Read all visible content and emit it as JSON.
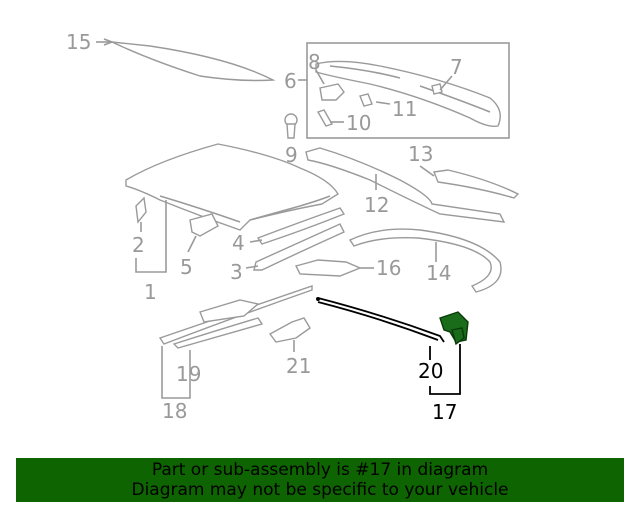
{
  "callouts": {
    "c1": "1",
    "c2": "2",
    "c3": "3",
    "c4": "4",
    "c5": "5",
    "c6": "6",
    "c7": "7",
    "c8": "8",
    "c9": "9",
    "c10": "10",
    "c11": "11",
    "c12": "12",
    "c13": "13",
    "c14": "14",
    "c15": "15",
    "c16": "16",
    "c17": "17",
    "c18": "18",
    "c19": "19",
    "c20": "20",
    "c21": "21"
  },
  "highlighted_part": "17",
  "colors": {
    "highlight": "#1a6b1a",
    "banner": "#0d6400",
    "lines": "#9a9a9a"
  },
  "banner": {
    "line1": "Part or sub-assembly is #17 in diagram",
    "line2": "Diagram may not be specific to your vehicle"
  }
}
